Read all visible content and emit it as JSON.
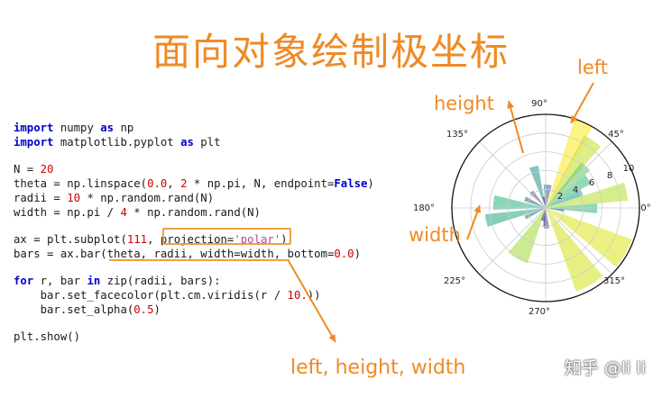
{
  "title": "面向对象绘制极坐标",
  "code_lines": [
    [
      {
        "t": "import",
        "c": "kw"
      },
      {
        "t": " numpy "
      },
      {
        "t": "as",
        "c": "kw"
      },
      {
        "t": " np"
      }
    ],
    [
      {
        "t": "import",
        "c": "kw"
      },
      {
        "t": " matplotlib.pyplot "
      },
      {
        "t": "as",
        "c": "kw"
      },
      {
        "t": " plt"
      }
    ],
    null,
    [
      {
        "t": "N = "
      },
      {
        "t": "20",
        "c": "num"
      }
    ],
    [
      {
        "t": "theta = np.linspace("
      },
      {
        "t": "0.0",
        "c": "num"
      },
      {
        "t": ", "
      },
      {
        "t": "2",
        "c": "num"
      },
      {
        "t": " * np.pi, N, endpoint="
      },
      {
        "t": "False",
        "c": "kwv"
      },
      {
        "t": ")"
      }
    ],
    [
      {
        "t": "radii = "
      },
      {
        "t": "10",
        "c": "num"
      },
      {
        "t": " * np.random.rand(N)"
      }
    ],
    [
      {
        "t": "width = np.pi / "
      },
      {
        "t": "4",
        "c": "num"
      },
      {
        "t": " * np.random.rand(N)"
      }
    ],
    null,
    [
      {
        "t": "ax = plt.subplot("
      },
      {
        "t": "111",
        "c": "num"
      },
      {
        "t": ", projection="
      },
      {
        "t": "'polar'",
        "c": "str"
      },
      {
        "t": ")"
      }
    ],
    [
      {
        "t": "bars = ax.bar(theta, radii, width=width, bottom="
      },
      {
        "t": "0.0",
        "c": "num"
      },
      {
        "t": ")"
      }
    ],
    null,
    [
      {
        "t": "for",
        "c": "kw"
      },
      {
        "t": " r, bar "
      },
      {
        "t": "in",
        "c": "kw"
      },
      {
        "t": " zip(radii, bars):"
      }
    ],
    [
      {
        "t": "    bar.set_facecolor(plt.cm.viridis(r / "
      },
      {
        "t": "10.",
        "c": "num"
      },
      {
        "t": "))"
      }
    ],
    [
      {
        "t": "    bar.set_alpha("
      },
      {
        "t": "0.5",
        "c": "num"
      },
      {
        "t": ")"
      }
    ],
    null,
    [
      {
        "t": "plt.show()"
      }
    ]
  ],
  "annotations": {
    "height": "height",
    "left": "left",
    "width": "width",
    "left_height_width": "left, height, width"
  },
  "polar": {
    "angle_labels": [
      "0°",
      "45°",
      "90°",
      "135°",
      "180°",
      "225°",
      "270°",
      "315°"
    ],
    "radial_labels": [
      "2",
      "4",
      "6",
      "8",
      "10"
    ]
  },
  "watermark": "知乎 @li li",
  "colors": {
    "accent": "#ef8a24"
  }
}
